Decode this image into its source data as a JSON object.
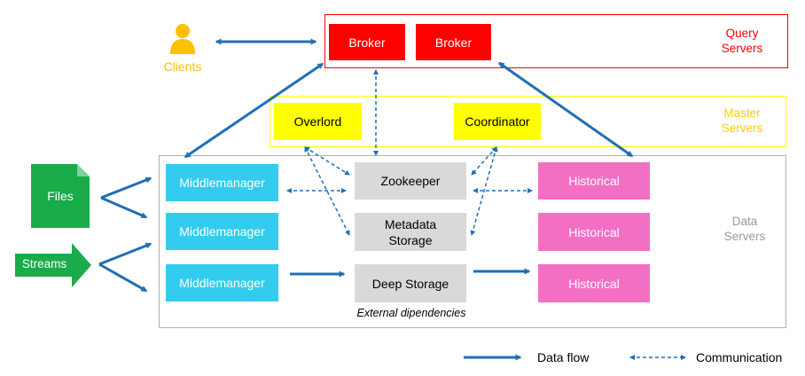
{
  "colors": {
    "data_flow": "#1f6fb5",
    "query_red": "#ff0000",
    "master_yellow": "#ffff00",
    "data_servers_gray": "#a6a6a6",
    "middlemanager_cyan": "#33ccee",
    "external_gray": "#d9d9d9",
    "historical_pink": "#f26fc4",
    "source_green": "#1aab4b",
    "clients_orange": "#ffc000"
  },
  "clients": {
    "label": "Clients",
    "icon": "user-icon"
  },
  "sources": {
    "files": "Files",
    "streams": "Streams"
  },
  "query_servers": {
    "label_line1": "Query",
    "label_line2": "Servers",
    "brokers": [
      "Broker",
      "Broker"
    ]
  },
  "master_servers": {
    "label_line1": "Master",
    "label_line2": "Servers",
    "overlord": "Overlord",
    "coordinator": "Coordinator"
  },
  "data_servers": {
    "label_line1": "Data",
    "label_line2": "Servers",
    "middlemanagers": [
      "Middlemanager",
      "Middlemanager",
      "Middlemanager"
    ],
    "historicals": [
      "Historical",
      "Historical",
      "Historical"
    ]
  },
  "external": {
    "zookeeper": "Zookeeper",
    "metadata_line1": "Metadata",
    "metadata_line2": "Storage",
    "deep_storage": "Deep Storage",
    "caption": "External dipendencies"
  },
  "legend": {
    "data_flow": "Data flow",
    "communication": "Communication"
  }
}
